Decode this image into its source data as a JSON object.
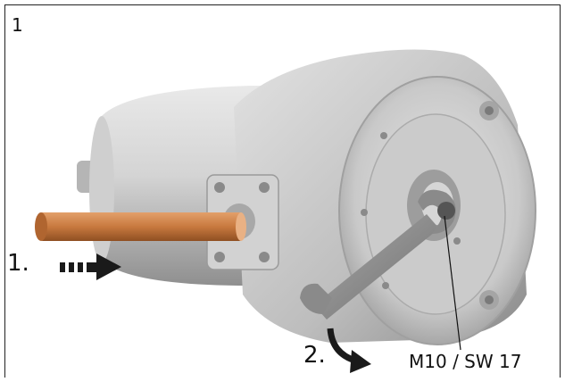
{
  "figure": {
    "number": "1"
  },
  "steps": [
    {
      "label": "1."
    },
    {
      "label": "2."
    }
  ],
  "callout": {
    "text": "M10 / SW 17"
  },
  "colors": {
    "frame": "#222222",
    "rod": "#c8793f",
    "housing": "#cfcfcf",
    "housing_dark": "#8e8e8e",
    "arrow": "#1a1a1a"
  }
}
